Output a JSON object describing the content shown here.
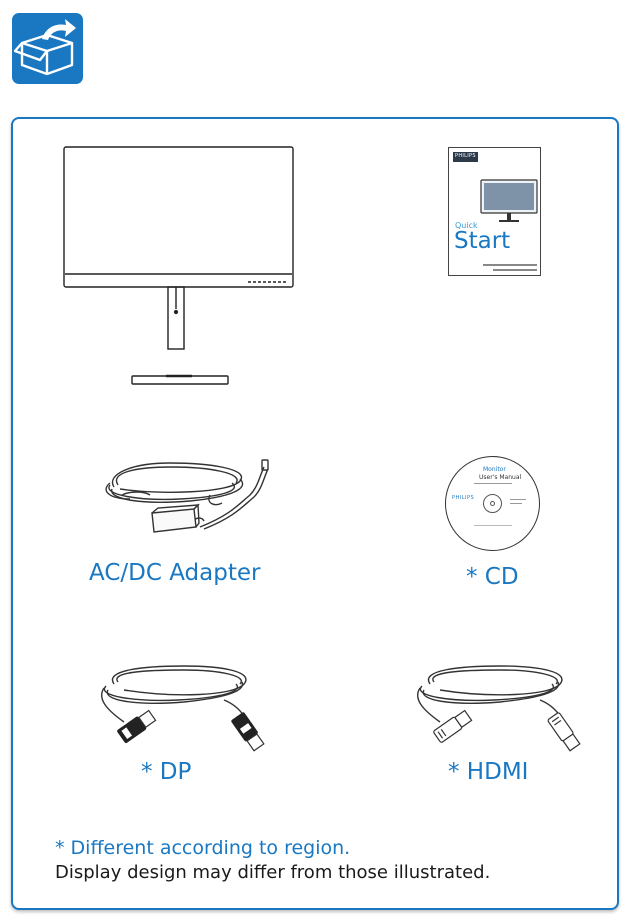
{
  "header": {
    "icon": "unboxing-icon"
  },
  "items": {
    "adapter_label": "AC/DC Adapter",
    "cd_label": "* CD",
    "dp_label": "* DP",
    "hdmi_label": "* HDMI"
  },
  "quick_start": {
    "brand": "PHILIPS",
    "word1": "Quick",
    "word2": "Start"
  },
  "cd": {
    "line1": "Monitor",
    "line2": "User's Manual",
    "brand": "PHILIPS"
  },
  "footer": {
    "note_region": "* Different according to region.",
    "note_design": "Display design may differ from those illustrated."
  },
  "colors": {
    "accent": "#1a78c2",
    "text": "#1a1a1a"
  }
}
